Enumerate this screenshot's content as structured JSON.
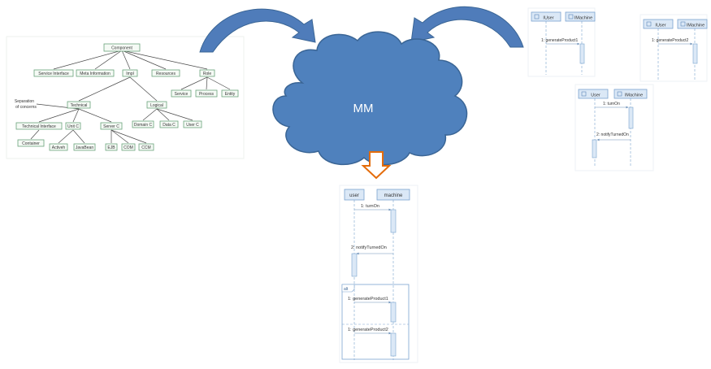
{
  "colors": {
    "cloud_fill": "#4f81bd",
    "cloud_stroke": "#3a6595",
    "arrow_fill": "#4f7cba",
    "down_arrow_stroke": "#e46c0a",
    "down_arrow_fill": "#ffffff",
    "tree_box_stroke": "#6aa37a",
    "seq_box_fill": "#dbe8f6",
    "seq_stroke": "#7ba3cf"
  },
  "cloud": {
    "label": "MM"
  },
  "tree": {
    "root": "Component",
    "level1": [
      "Service Interface",
      "Meta Information",
      "Impl",
      "Resources",
      "Role"
    ],
    "role_children": [
      "Service",
      "Process",
      "Entity"
    ],
    "impl_children": [
      "Technical",
      "Logical"
    ],
    "separation": [
      "Separation",
      "of concerns"
    ],
    "technical_children": [
      "Technical Interface",
      "Unit C",
      "Server C"
    ],
    "container": "Container",
    "unit_children": [
      "Activeh",
      "JavaBean"
    ],
    "server_children": [
      "EJB",
      "COM",
      "CCM"
    ],
    "logical_children": [
      "Domain C",
      "Data C",
      "User C"
    ]
  },
  "seq_top_left": {
    "lifelines": [
      "IUser",
      "IMachine"
    ],
    "message": "1: generateProduct1"
  },
  "seq_top_right": {
    "lifelines": [
      "IUser",
      "IMachine"
    ],
    "message": "1: generateProduct2"
  },
  "seq_mid_right": {
    "lifelines": [
      "User",
      "IMachine"
    ],
    "messages": [
      "1: turnOn",
      "2: notifyTurnedOn"
    ]
  },
  "seq_bottom": {
    "lifelines": [
      "user",
      "machine"
    ],
    "messages": [
      "1: turnOn",
      "2: notifyTurnedOn"
    ],
    "fragment_label": "alt",
    "fragment_messages": [
      "1: generateProduct1",
      "1: generateProduct2"
    ]
  }
}
